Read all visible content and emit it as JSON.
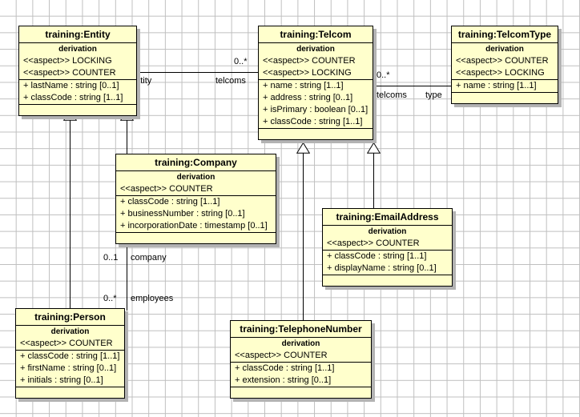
{
  "diagram": {
    "type": "uml-class-diagram",
    "background": "#ffffff",
    "grid_color": "#bfbfbf",
    "class_fill": "#ffffcc",
    "class_border": "#000000",
    "shadow_color": "#b3b3b3"
  },
  "classes": [
    {
      "id": "entity",
      "name": "training:Entity",
      "derivation": "derivation",
      "aspects": [
        "<<aspect>> LOCKING",
        "<<aspect>> COUNTER"
      ],
      "attributes": [
        "+ lastName : string [0..1]",
        "+ classCode : string [1..1]"
      ],
      "operations": []
    },
    {
      "id": "telcom",
      "name": "training:Telcom",
      "derivation": "derivation",
      "aspects": [
        "<<aspect>> COUNTER",
        "<<aspect>> LOCKING"
      ],
      "attributes": [
        "+ name : string [1..1]",
        "+ address : string [0..1]",
        "+ isPrimary : boolean [0..1]",
        "+ classCode : string [1..1]"
      ],
      "operations": []
    },
    {
      "id": "telcomtype",
      "name": "training:TelcomType",
      "derivation": "derivation",
      "aspects": [
        "<<aspect>> COUNTER",
        "<<aspect>> LOCKING"
      ],
      "attributes": [
        "+ name : string [1..1]"
      ],
      "operations": []
    },
    {
      "id": "company",
      "name": "training:Company",
      "derivation": "derivation",
      "aspects": [
        "<<aspect>> COUNTER"
      ],
      "attributes": [
        "+ classCode : string [1..1]",
        "+ businessNumber : string [0..1]",
        "+ incorporationDate : timestamp [0..1]"
      ],
      "operations": []
    },
    {
      "id": "emailaddress",
      "name": "training:EmailAddress",
      "derivation": "derivation",
      "aspects": [
        "<<aspect>> COUNTER"
      ],
      "attributes": [
        "+ classCode : string [1..1]",
        "+ displayName : string [0..1]"
      ],
      "operations": []
    },
    {
      "id": "person",
      "name": "training:Person",
      "derivation": "derivation",
      "aspects": [
        "<<aspect>> COUNTER"
      ],
      "attributes": [
        "+ classCode : string [1..1]",
        "+ firstName : string [0..1]",
        "+ initials : string [0..1]"
      ],
      "operations": []
    },
    {
      "id": "telephonenumber",
      "name": "training:TelephoneNumber",
      "derivation": "derivation",
      "aspects": [
        "<<aspect>> COUNTER"
      ],
      "attributes": [
        "+ classCode : string [1..1]",
        "+ extension : string [0..1]"
      ],
      "operations": []
    }
  ],
  "associations": [
    {
      "id": "entity-telcom",
      "source": "entity",
      "target": "telcom",
      "source_role": "entity",
      "target_role": "telcoms",
      "target_multiplicity": "0..*"
    },
    {
      "id": "telcom-telcomtype",
      "source": "telcom",
      "target": "telcomtype",
      "source_role": "telcoms",
      "target_role": "type",
      "target_multiplicity": "0..*"
    },
    {
      "id": "company-person",
      "source": "company",
      "target": "person",
      "source_role": "company",
      "source_multiplicity": "0..1",
      "target_role": "employees",
      "target_multiplicity": "0..*"
    }
  ],
  "generalizations": [
    {
      "id": "company-entity",
      "subclass": "company",
      "superclass": "entity"
    },
    {
      "id": "person-entity",
      "subclass": "person",
      "superclass": "entity"
    },
    {
      "id": "telephonenumber-telcom",
      "subclass": "telephonenumber",
      "superclass": "telcom"
    },
    {
      "id": "emailaddress-telcom",
      "subclass": "emailaddress",
      "superclass": "telcom"
    }
  ],
  "labels": {
    "entity_telcom_mult": "0..*",
    "entity_role": "entity",
    "telcoms_role_left": "telcoms",
    "telcom_type_mult": "0..*",
    "telcoms_role_right": "telcoms",
    "type_role": "type",
    "company_mult": "0..1",
    "company_role": "company",
    "employees_mult": "0..*",
    "employees_role": "employees"
  }
}
